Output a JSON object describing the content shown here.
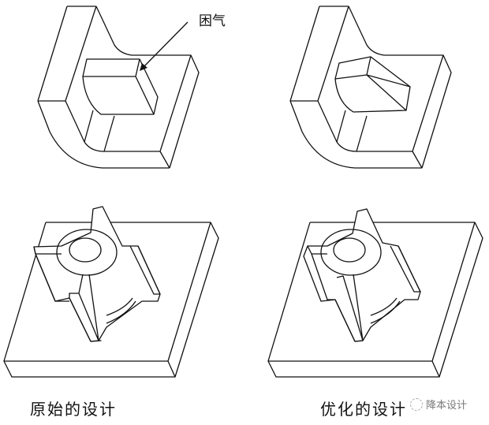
{
  "annotations": {
    "trapped_air": "困气"
  },
  "captions": {
    "original": "原始的设计",
    "optimized": "优化的设计"
  },
  "watermark": {
    "text": "降本设计",
    "icon": "wechat-logo-icon"
  }
}
